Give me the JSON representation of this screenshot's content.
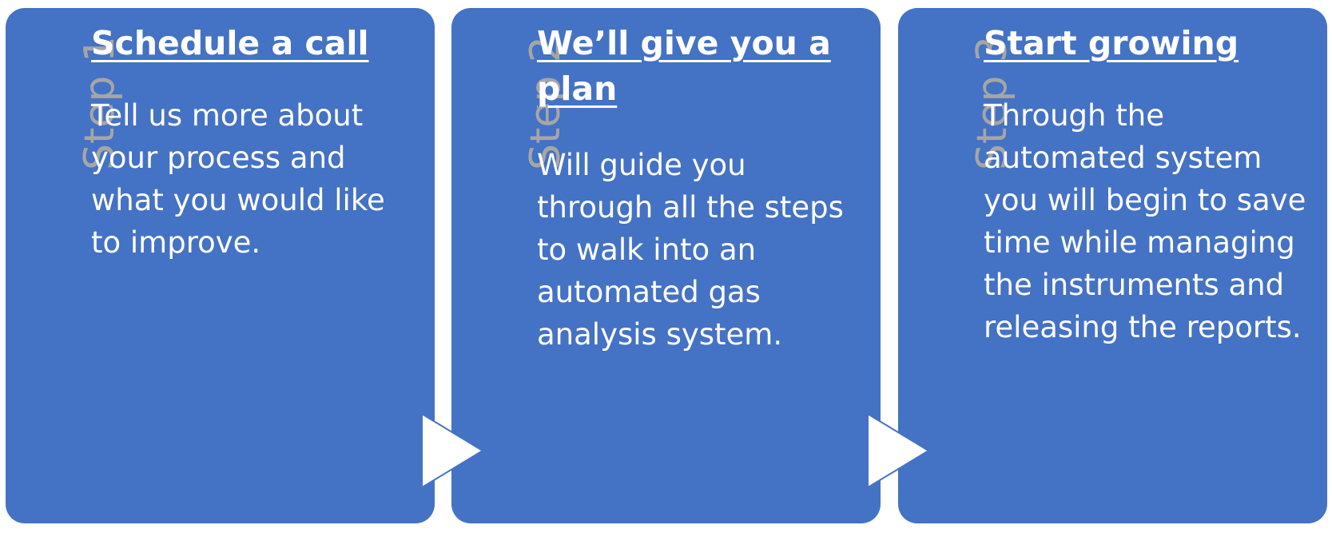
{
  "colors": {
    "panel": "#4472c4",
    "muted": "#a6a6a6",
    "text": "#ffffff",
    "arrow": "#ffffff"
  },
  "steps": [
    {
      "label": "Step 1",
      "title": "Schedule a call",
      "body": "Tell us more about your process and what you would like to improve."
    },
    {
      "label": "Step 2",
      "title": "We’ll give you a plan",
      "body": "Will guide you through all the steps to walk into an automated gas analysis system."
    },
    {
      "label": "Step 3",
      "title": "Start growing",
      "body": "Through the automated system you will begin to save time while managing the instruments and releasing the reports."
    }
  ],
  "connectors": [
    {
      "icon": "arrow-right-icon"
    },
    {
      "icon": "arrow-right-icon"
    }
  ]
}
